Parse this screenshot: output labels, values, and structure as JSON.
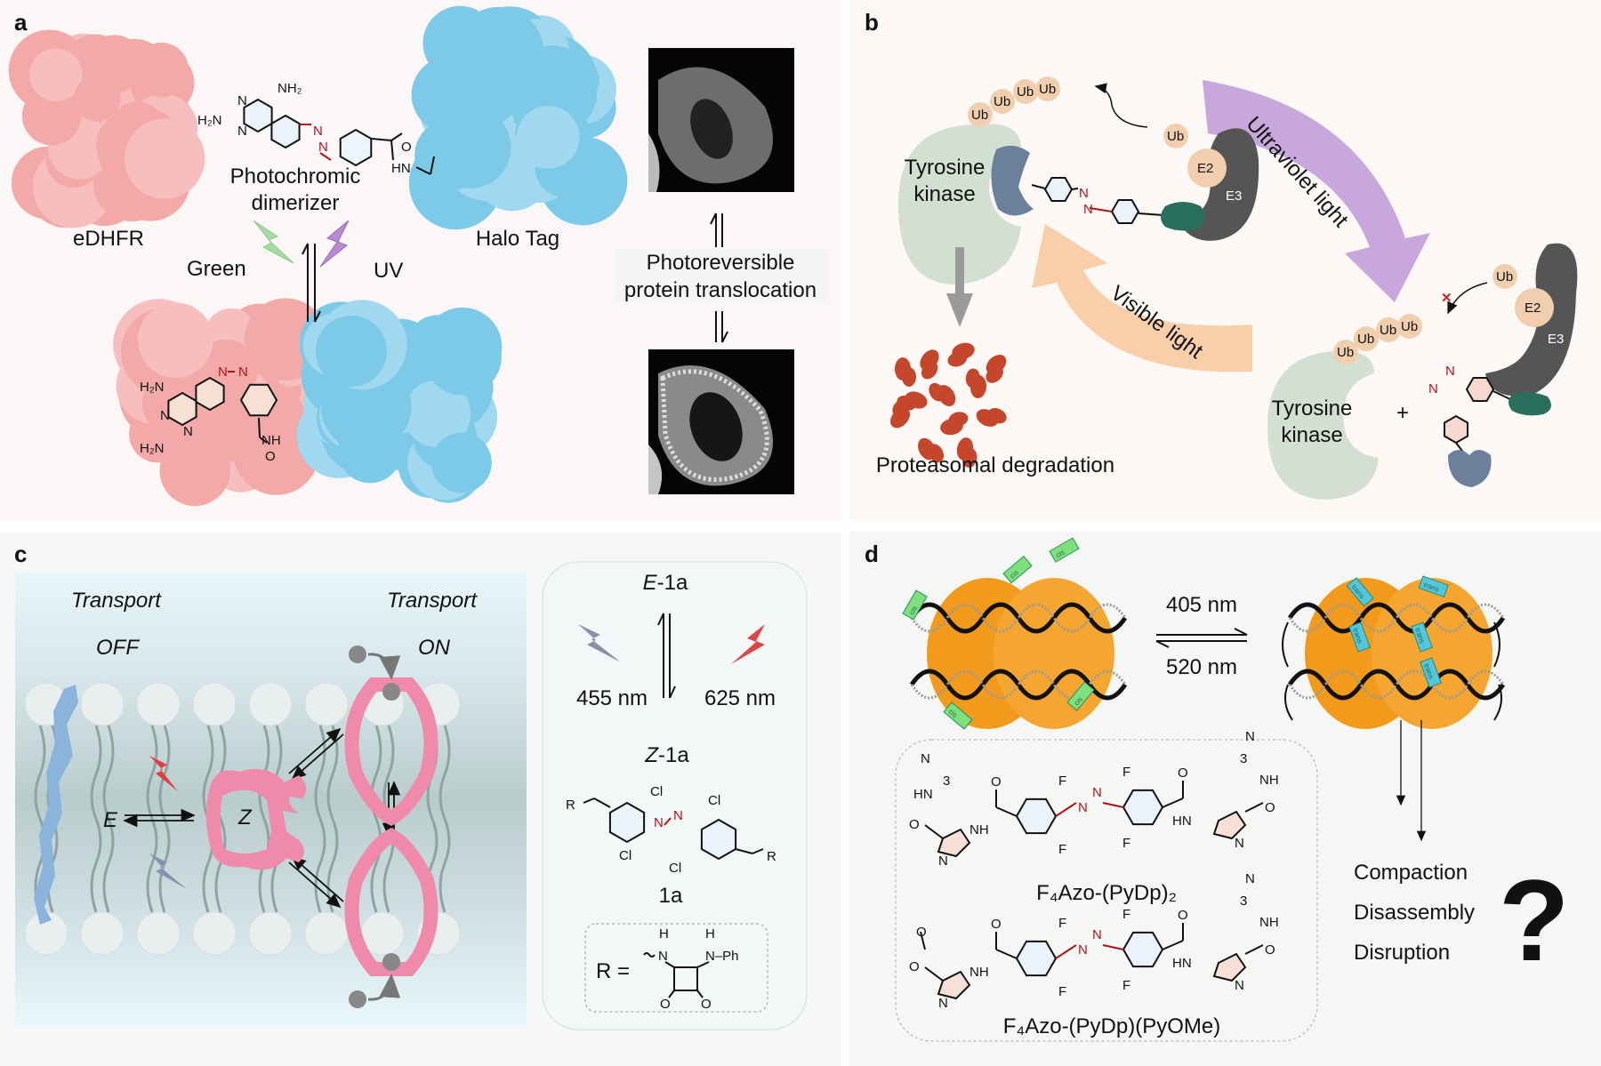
{
  "panels": {
    "a": {
      "label": "a",
      "edhfr": "eDHFR",
      "halo_tag": "Halo Tag",
      "dimerizer_line1": "Photochromic",
      "dimerizer_line2": "dimerizer",
      "green": "Green",
      "uv": "UV",
      "translocation_line1": "Photoreversible",
      "translocation_line2": "protein translocation",
      "atoms": {
        "nh2": "NH₂",
        "h2n": "H₂N",
        "n": "N",
        "hn": "HN",
        "nh": "NH",
        "o": "O"
      }
    },
    "b": {
      "label": "b",
      "kinase_line1": "Tyrosine",
      "kinase_line2": "kinase",
      "ub": "Ub",
      "e2": "E2",
      "e3": "E3",
      "uv_light": "Ultraviolet light",
      "visible_light": "Visible light",
      "degradation": "Proteasomal degradation",
      "plus": "+",
      "n": "N",
      "blocked": "✕"
    },
    "c": {
      "label": "c",
      "transport": "Transport",
      "off": "OFF",
      "on": "ON",
      "e": "E",
      "z": "Z",
      "e1a_prefix": "E",
      "e1a_suffix": "-1a",
      "z1a_prefix": "Z",
      "z1a_suffix": "-1a",
      "nm455": "455 nm",
      "nm625": "625 nm",
      "compound": "1a",
      "r": "R",
      "cl": "Cl",
      "n": "N",
      "r_eq": "R =",
      "h": "H",
      "nph": "N–Ph",
      "o": "O",
      "minus": "−"
    },
    "d": {
      "label": "d",
      "nm405": "405 nm",
      "nm520": "520 nm",
      "outcomes": [
        "Compaction",
        "Disassembly",
        "Disruption"
      ],
      "question": "?",
      "compound1": "F₄Azo-(PyDp)₂",
      "compound2": "F₄Azo-(PyDp)(PyOMe)",
      "f": "F",
      "n": "N",
      "nh": "NH",
      "hn": "HN",
      "o": "O",
      "sub3": "3",
      "cis": "cis",
      "trans": "trans"
    }
  },
  "colors": {
    "edhfr": "#f2a9a8",
    "halo": "#7dc9e8",
    "kinase": "#d3dfd0",
    "ub": "#f1cfae",
    "e3": "#555555",
    "uv_arrow": "#c8a8dc",
    "vis_arrow": "#f8cfa8",
    "azo": "#b0141a",
    "pink": "#f08aaa",
    "blue": "#8ab4dc",
    "histone": "#f29a1c",
    "cis_green": "#7ee07a",
    "trans_cyan": "#52c6df"
  }
}
